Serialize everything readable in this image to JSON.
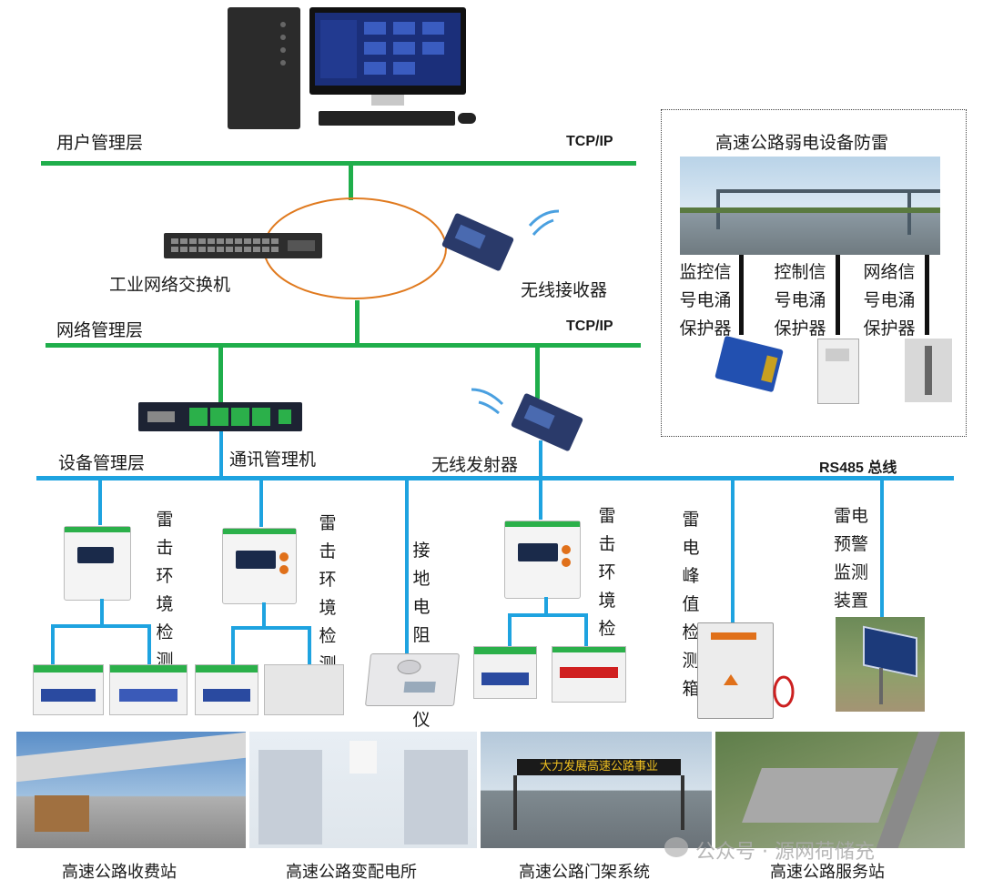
{
  "layers": {
    "user": "用户管理层",
    "network": "网络管理层",
    "device": "设备管理层"
  },
  "protocols": {
    "tcp1": "TCP/IP",
    "tcp2": "TCP/IP",
    "rs485": "RS485 总线"
  },
  "network_devices": {
    "switch": "工业网络交换机",
    "receiver": "无线接收器",
    "comm_manager": "通讯管理机",
    "transmitter": "无线发射器"
  },
  "field_devices": {
    "lightning_env_1": "雷击环境检测器",
    "lightning_env_2": "雷击环境检测器",
    "ground_tester": "接地电阻测试仪",
    "lightning_env_3": "雷击环境检测器",
    "peak_box": "雷电峰值检测箱",
    "warning_device": "雷电预警监测装置"
  },
  "inset": {
    "title": "高速公路弱电设备防雷",
    "protectors": [
      "监控信号电涌保护器",
      "控制信号电涌保护器",
      "网络信号电涌保护器"
    ]
  },
  "bottom_photos": [
    "高速公路收费站",
    "高速公路变配电所",
    "高速公路门架系统",
    "高速公路服务站"
  ],
  "gantry_sign": "大力发展高速公路事业",
  "watermark": "公众号 · 源网荷储充",
  "colors": {
    "network_bus": "#1fae4b",
    "rs485_bus": "#1ea3e0",
    "wireless_link": "#e07a1f"
  }
}
